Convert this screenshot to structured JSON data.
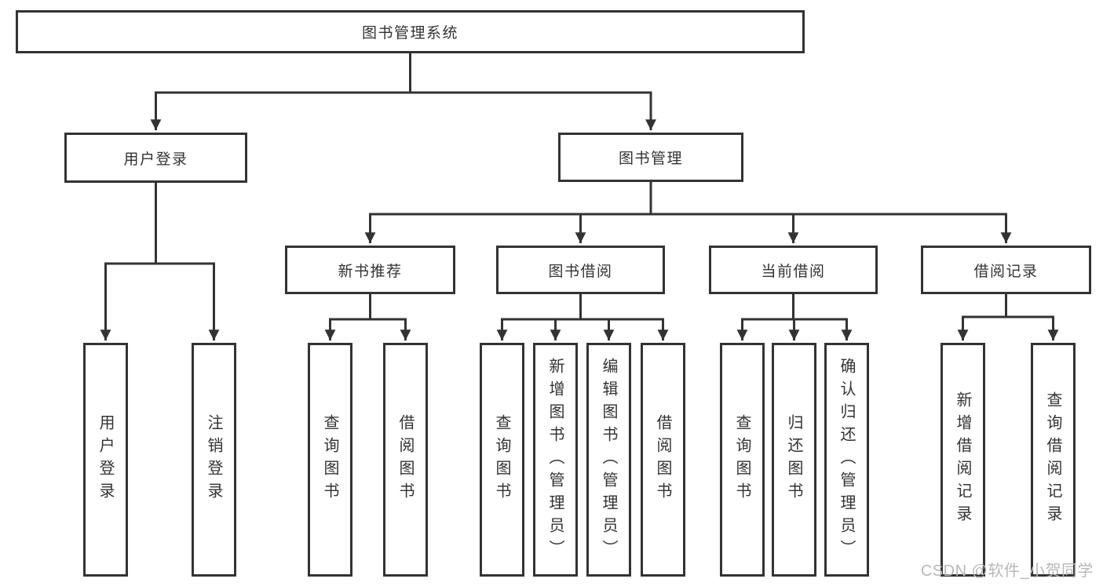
{
  "diagram": {
    "root": {
      "label": "图书管理系统",
      "children": [
        {
          "label": "用户登录",
          "children": [
            {
              "label": "用户登录"
            },
            {
              "label": "注销登录"
            }
          ]
        },
        {
          "label": "图书管理",
          "children": [
            {
              "label": "新书推荐",
              "children": [
                {
                  "label": "查询图书"
                },
                {
                  "label": "借阅图书"
                }
              ]
            },
            {
              "label": "图书借阅",
              "children": [
                {
                  "label": "查询图书"
                },
                {
                  "label": "新增图书（管理员）"
                },
                {
                  "label": "编辑图书（管理员）"
                },
                {
                  "label": "借阅图书"
                }
              ]
            },
            {
              "label": "当前借阅",
              "children": [
                {
                  "label": "查询图书"
                },
                {
                  "label": "归还图书"
                },
                {
                  "label": "确认归还（管理员）"
                }
              ]
            },
            {
              "label": "借阅记录",
              "children": [
                {
                  "label": "新增借阅记录"
                },
                {
                  "label": "查询借阅记录"
                }
              ]
            }
          ]
        }
      ]
    }
  },
  "watermark": {
    "text": "CSDN @软件_小贺同学"
  },
  "colors": {
    "line": "#333333",
    "text": "#333333",
    "box_background": "#ffffff",
    "page_background": "#ffffff",
    "watermark": "#b8b8b8"
  }
}
